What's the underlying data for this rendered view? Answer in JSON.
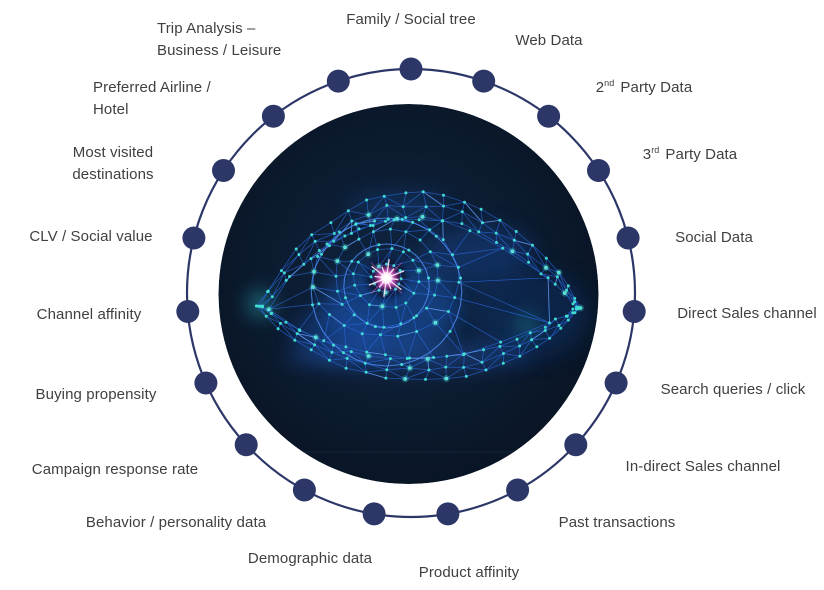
{
  "canvas": {
    "background": "#ffffff"
  },
  "ring": {
    "node_count": 19,
    "color": "#2c3768"
  },
  "labels": [
    {
      "id": "family-social-tree",
      "text": "Family / Social tree"
    },
    {
      "id": "web-data",
      "text": "Web Data"
    },
    {
      "id": "second-party-data",
      "base": "2",
      "sup": "nd",
      "rest": "Party Data"
    },
    {
      "id": "third-party-data",
      "base": "3",
      "sup": "rd",
      "rest": "Party Data"
    },
    {
      "id": "social-data",
      "text": "Social Data"
    },
    {
      "id": "direct-sales-channel",
      "text": "Direct Sales channel"
    },
    {
      "id": "search-queries-click",
      "text": "Search queries / click"
    },
    {
      "id": "indirect-sales-channel",
      "text": "In-direct Sales channel"
    },
    {
      "id": "past-transactions",
      "text": "Past transactions"
    },
    {
      "id": "product-affinity",
      "text": "Product affinity"
    },
    {
      "id": "demographic-data",
      "text": "Demographic data"
    },
    {
      "id": "behavior-personality-data",
      "text": "Behavior / personality data"
    },
    {
      "id": "campaign-response-rate",
      "text": "Campaign response rate"
    },
    {
      "id": "buying-propensity",
      "text": "Buying propensity"
    },
    {
      "id": "channel-affinity",
      "text": "Channel affinity"
    },
    {
      "id": "clv-social-value",
      "text": "CLV / Social value"
    },
    {
      "id": "most-visited-destinations",
      "lines": [
        "Most visited",
        "destinations"
      ]
    },
    {
      "id": "preferred-airline-hotel",
      "lines": [
        "Preferred Airline /",
        "Hotel"
      ]
    },
    {
      "id": "trip-analysis",
      "lines": [
        "Trip Analysis –",
        "Business / Leisure"
      ]
    }
  ],
  "center_image": {
    "icon": "digital-network-eye",
    "background": "#0b1a2e",
    "mesh_line_color": "#2b6ae0",
    "mesh_node_color": "#41e3d6",
    "pupil_core_color": "#ffffff",
    "pupil_glow_color": "#e052c4"
  },
  "text_color": "#3f4042"
}
